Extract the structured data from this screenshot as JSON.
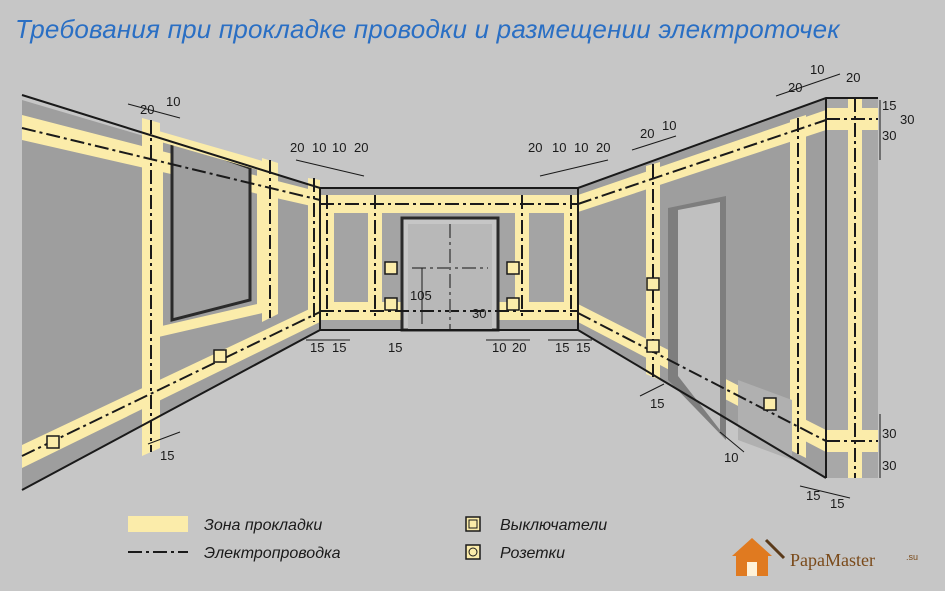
{
  "title": "Требования при прокладке проводки и размещении электроточек",
  "colors": {
    "background": "#c6c6c6",
    "wall_dark": "#9e9e9e",
    "zone": "#fbecaa",
    "wire": "#1a1a1a",
    "title": "#2a6fc4"
  },
  "dimensions": {
    "top_left": [
      "20",
      "10"
    ],
    "back_left": [
      "20",
      "10",
      "10",
      "20"
    ],
    "back_right": [
      "20",
      "10",
      "10",
      "20"
    ],
    "right_wall_top": [
      "20",
      "10"
    ],
    "corner_top": [
      "10",
      "20",
      "20"
    ],
    "corner_side": [
      "15",
      "30",
      "30"
    ],
    "door_height": "105",
    "door_offset": "30",
    "bottom_back": [
      "15",
      "15",
      "15",
      "10",
      "20",
      "15",
      "15"
    ],
    "left_floor": "15",
    "right_floor": "15",
    "door2_floor": "10",
    "corner_bottom": [
      "30",
      "30",
      "15",
      "15"
    ]
  },
  "legend": {
    "zone_label": "Зона прокладки",
    "wire_label": "Электропроводка",
    "switch_label": "Выключатели",
    "socket_label": "Розетки"
  },
  "logo": {
    "brand": "PapaMaster",
    "suffix": ".su",
    "icon": "house-logo-icon"
  }
}
